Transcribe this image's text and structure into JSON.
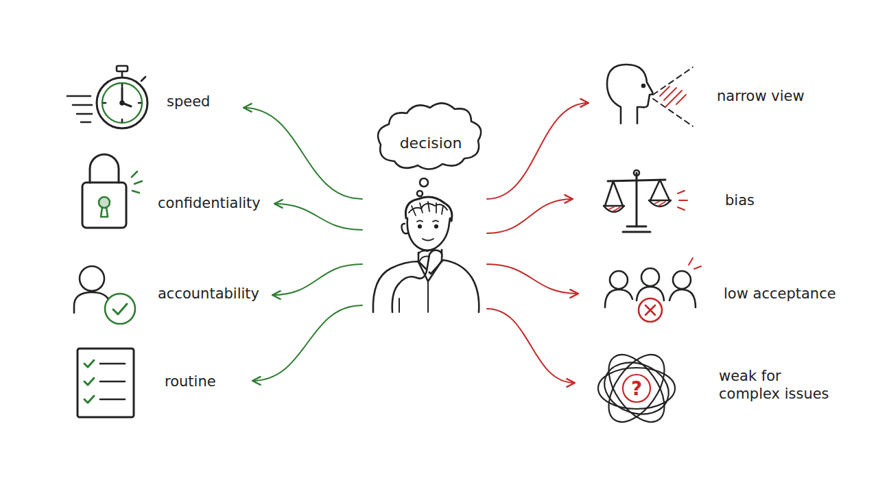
{
  "diagram": {
    "nodes": [
      {
        "text": [
          "decision"
        ]
      },
      {
        "text": [
          "speed"
        ]
      },
      {
        "text": [
          "confidentiality"
        ]
      },
      {
        "text": [
          "accountability"
        ]
      },
      {
        "text": [
          "routine"
        ]
      },
      {
        "text": [
          "narrow view"
        ]
      },
      {
        "text": [
          "bias"
        ]
      },
      {
        "text": [
          "low acceptance"
        ]
      },
      {
        "text": [
          "weak for complex issues"
        ]
      }
    ],
    "edges": [
      {
        "from": 0,
        "to": 1,
        "arrow": "to"
      },
      {
        "from": 0,
        "to": 2,
        "arrow": "to"
      },
      {
        "from": 0,
        "to": 3,
        "arrow": "to"
      },
      {
        "from": 0,
        "to": 4,
        "arrow": "to"
      },
      {
        "from": 0,
        "to": 5,
        "arrow": "to"
      },
      {
        "from": 0,
        "to": 6,
        "arrow": "to"
      },
      {
        "from": 0,
        "to": 7,
        "arrow": "to"
      },
      {
        "from": 0,
        "to": 8,
        "arrow": "to"
      }
    ],
    "labels": [
      "?"
    ]
  }
}
